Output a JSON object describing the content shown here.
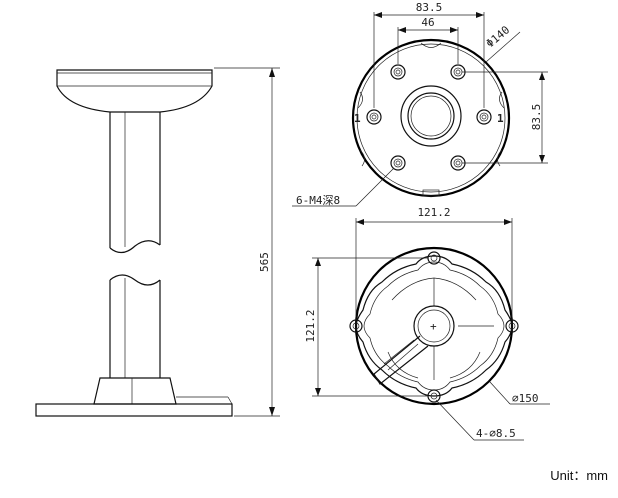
{
  "labels": {
    "top_width_outer": "83.5",
    "top_width_inner": "46",
    "top_diameter": "Φ140",
    "right_height": "83.5",
    "thread_spec": "6-M4深8",
    "hole_mark_left": "1",
    "hole_mark_right": "1",
    "total_height": "565",
    "bottom_width": "121.2",
    "bottom_height": "121.2",
    "bottom_diameter": "⌀150",
    "mount_holes": "4-⌀8.5",
    "unit": "Unit：mm"
  }
}
